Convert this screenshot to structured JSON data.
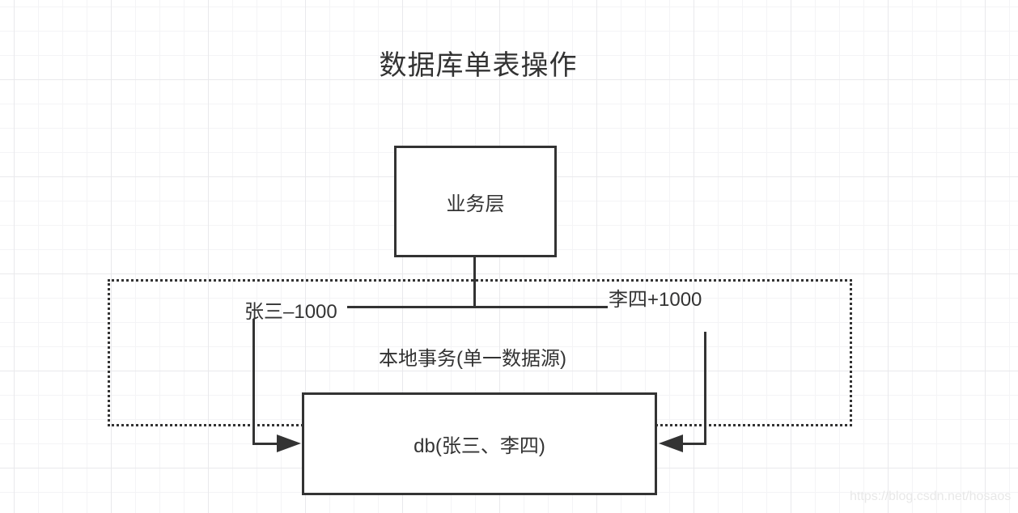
{
  "title": "数据库单表操作",
  "nodes": {
    "business_layer": {
      "label": "业务层"
    },
    "db": {
      "label": "db(张三、李四)"
    }
  },
  "boundary": {
    "label": "本地事务(单一数据源)"
  },
  "edges": {
    "zhangsan": {
      "label": "张三–1000"
    },
    "lisi": {
      "label": "李四+1000"
    }
  },
  "watermark": "https://blog.csdn.net/hosaos",
  "colors": {
    "stroke": "#333333",
    "background": "#ffffff",
    "grid_minor": "#f4f4f6",
    "grid_major": "#e9e9ec",
    "watermark": "#e8e8e8"
  }
}
